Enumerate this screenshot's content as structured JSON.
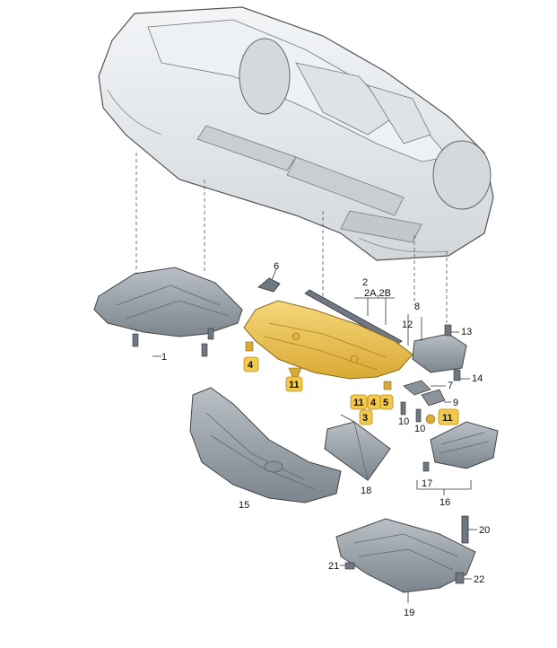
{
  "diagram": {
    "labels": {
      "p1": "1",
      "p2": "2",
      "p2ab": "2A,2B",
      "p3": "3",
      "p4a": "4",
      "p4b": "4",
      "p5": "5",
      "p6": "6",
      "p7": "7",
      "p8": "8",
      "p9": "9",
      "p10a": "10",
      "p10b": "10",
      "p11a": "11",
      "p11b": "11",
      "p11c": "11",
      "p12": "12",
      "p13": "13",
      "p14": "14",
      "p15": "15",
      "p16": "16",
      "p17": "17",
      "p18": "18",
      "p19": "19",
      "p20": "20",
      "p21": "21",
      "p22": "22"
    },
    "colors": {
      "highlight": "#f2c94c",
      "part_gray": "#9aa3ab",
      "part_dark": "#6f7880",
      "car_fill": "#e6e9ec",
      "line": "#333333"
    }
  }
}
